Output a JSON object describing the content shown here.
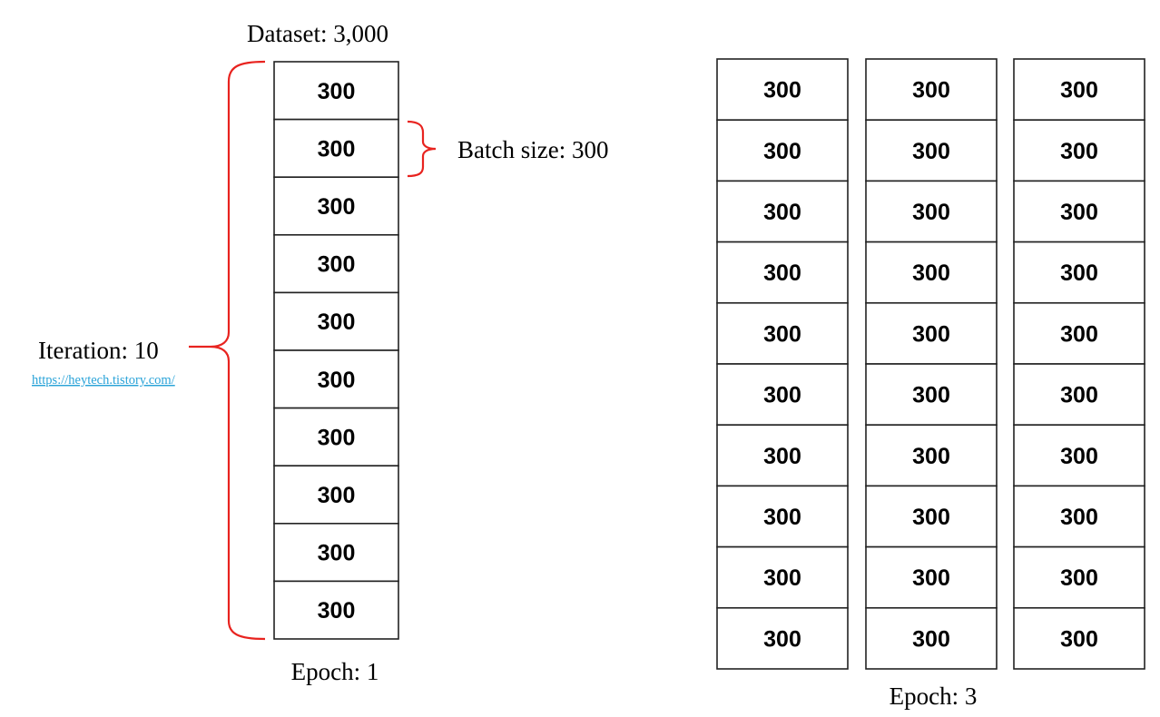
{
  "dataset_label": "Dataset: 3,000",
  "batch_size_label": "Batch size: 300",
  "iteration_label": "Iteration: 10",
  "source_link": "https://heytech.tistory.com/",
  "epoch1": {
    "label": "Epoch: 1",
    "batches": [
      "300",
      "300",
      "300",
      "300",
      "300",
      "300",
      "300",
      "300",
      "300",
      "300"
    ]
  },
  "epoch3": {
    "label": "Epoch: 3",
    "columns": [
      [
        "300",
        "300",
        "300",
        "300",
        "300",
        "300",
        "300",
        "300",
        "300",
        "300"
      ],
      [
        "300",
        "300",
        "300",
        "300",
        "300",
        "300",
        "300",
        "300",
        "300",
        "300"
      ],
      [
        "300",
        "300",
        "300",
        "300",
        "300",
        "300",
        "300",
        "300",
        "300",
        "300"
      ]
    ]
  },
  "colors": {
    "brace": "#e8231f",
    "link": "#2aa3d8",
    "cell_border": "#222222"
  }
}
